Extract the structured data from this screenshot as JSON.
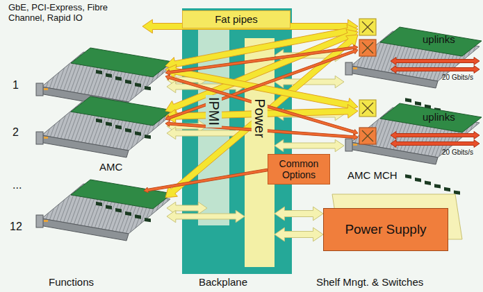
{
  "diagram": {
    "nodes": [
      {
        "text": [
          "Fat pipes"
        ]
      },
      {
        "text": [
          "IPMI"
        ]
      },
      {
        "text": [
          "Power"
        ]
      },
      {
        "text": [
          "Common Options"
        ]
      },
      {
        "text": [
          "Power Supply"
        ]
      }
    ],
    "edges": [
      {
        "from": 2,
        "to": 4,
        "arrow": "both"
      },
      {
        "from": 2,
        "to": 4,
        "arrow": "both"
      }
    ],
    "labels": [
      "GbE, PCI-Express, Fibre Channel, Rapid IO",
      "1",
      "2",
      "...",
      "12",
      "AMC",
      "uplinks",
      "20 Gbits/s",
      "uplinks",
      "20 Gbits/s",
      "AMC MCH",
      "Functions",
      "Backplane",
      "Shelf Mngt. & Switches"
    ]
  }
}
